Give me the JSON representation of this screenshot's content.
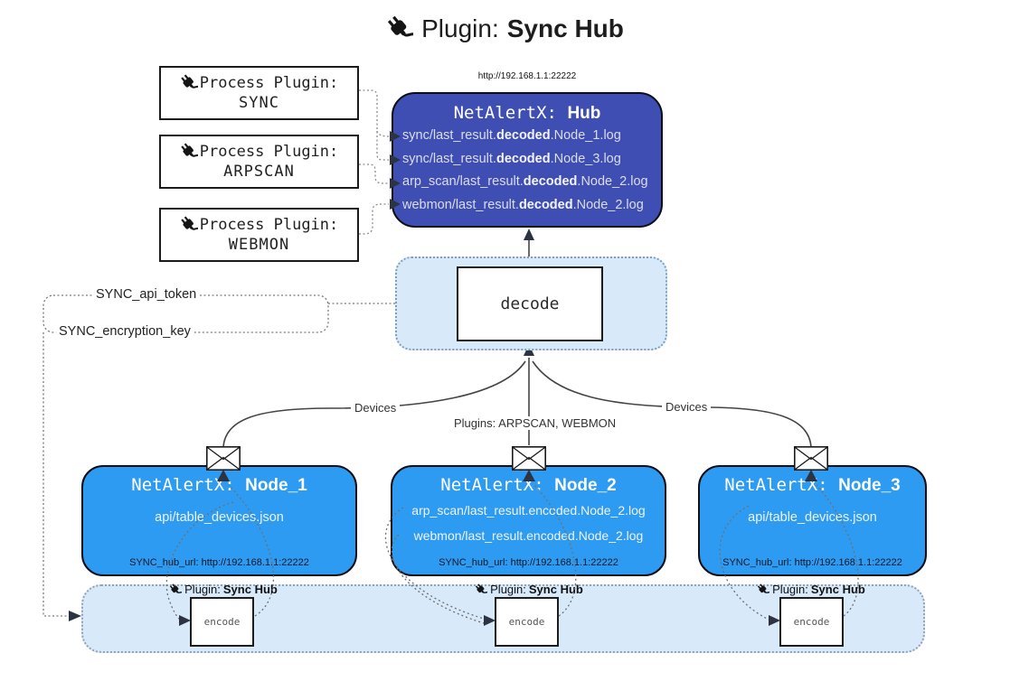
{
  "title": {
    "prefix": "Plugin:",
    "name": "Sync Hub"
  },
  "process_plugins": [
    {
      "label": "Process Plugin:",
      "name": "SYNC"
    },
    {
      "label": "Process Plugin:",
      "name": "ARPSCAN"
    },
    {
      "label": "Process Plugin:",
      "name": "WEBMON"
    }
  ],
  "hub": {
    "url_label": "http://192.168.1.1:22222",
    "name_prefix": "NetAlertX: ",
    "name": "Hub",
    "logs": [
      {
        "pre": "sync/last_result.",
        "mid": "decoded",
        "post": ".Node_1.log"
      },
      {
        "pre": "sync/last_result.",
        "mid": "decoded",
        "post": ".Node_3.log"
      },
      {
        "pre": "arp_scan/last_result.",
        "mid": "decoded",
        "post": ".Node_2.log"
      },
      {
        "pre": "webmon/last_result.",
        "mid": "decoded",
        "post": ".Node_2.log"
      }
    ]
  },
  "decode": {
    "label": "decode"
  },
  "settings": {
    "api_token": "SYNC_api_token",
    "encryption_key": "SYNC_encryption_key"
  },
  "edges": {
    "devices_left": "Devices",
    "devices_right": "Devices",
    "plugins_mid": "Plugins: ARPSCAN, WEBMON"
  },
  "nodes": [
    {
      "name_prefix": "NetAlertX: ",
      "name": "Node_1",
      "files": [
        "api/table_devices.json"
      ],
      "hub_url": "SYNC_hub_url: http://192.168.1.1:22222"
    },
    {
      "name_prefix": "NetAlertX: ",
      "name": "Node_2",
      "files": [
        "arp_scan/last_result.encoded.Node_2.log",
        "webmon/last_result.encoded.Node_2.log"
      ],
      "hub_url": "SYNC_hub_url: http://192.168.1.1:22222"
    },
    {
      "name_prefix": "NetAlertX: ",
      "name": "Node_3",
      "files": [
        "api/table_devices.json"
      ],
      "hub_url": "SYNC_hub_url: http://192.168.1.1:22222"
    }
  ],
  "encode": {
    "plugin_prefix": "Plugin:",
    "plugin_name": "Sync Hub",
    "label": "encode"
  },
  "icons": {
    "plug": "plug-icon",
    "envelope": "envelope-icon"
  },
  "colors": {
    "hub_bg": "#3F4EB3",
    "node_bg": "#2E9BF2",
    "panel_bg": "#D8E9FA",
    "arrow": "#2B3440"
  }
}
